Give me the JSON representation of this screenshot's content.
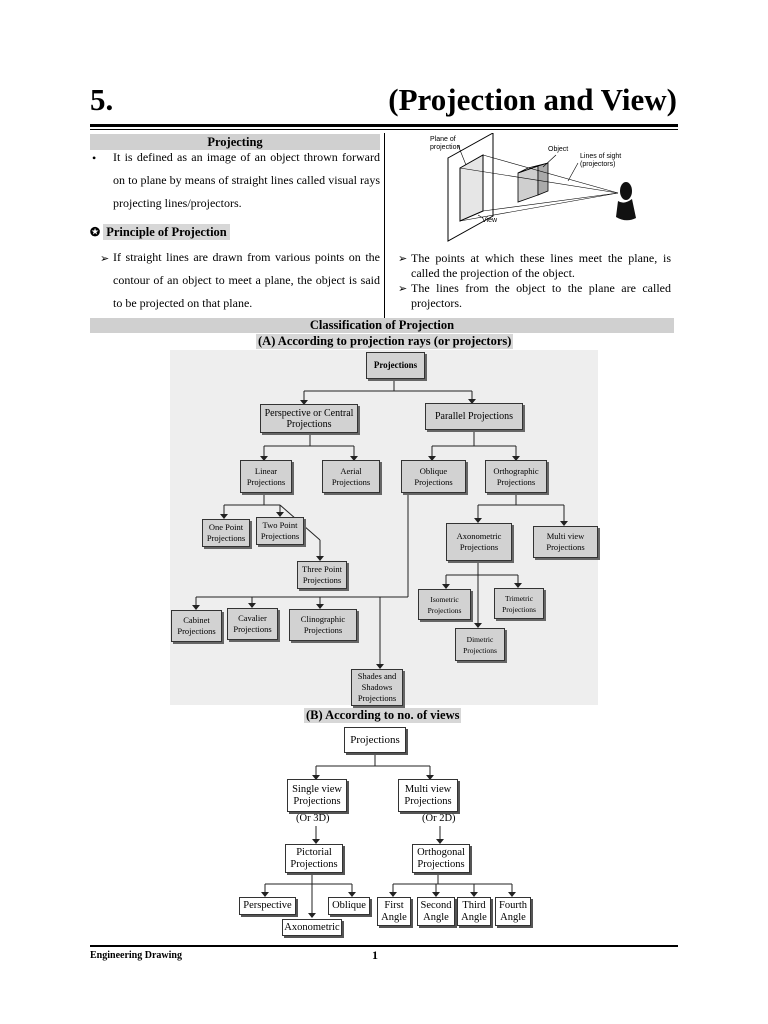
{
  "header": {
    "chapter_number": "5.",
    "chapter_title": "(Projection and View)"
  },
  "projecting": {
    "heading": "Projecting",
    "definition": "It is defined as an image of an object thrown forward on to plane by means of straight lines called visual rays projecting lines/projectors."
  },
  "principle": {
    "heading": "Principle of Projection",
    "point1": "If straight lines are drawn from various points on the contour of an object to meet a plane, the object is said to be projected on that plane."
  },
  "figure": {
    "plane_label": "Plane of projection",
    "object_label": "Object",
    "sight_label": "Lines of sight (projectors)",
    "view_label": "View"
  },
  "right_points": {
    "point1": "The points at which these lines meet the plane, is called the projection of the object.",
    "point2": "The lines from the object to the plane are called projectors."
  },
  "classification": {
    "heading": "Classification of Projection",
    "sub_a": "(A) According to projection rays (or projectors)",
    "sub_b": "(B) According to no. of views"
  },
  "tree_a": {
    "projections": "Projections",
    "perspective": "Perspective or Central Projections",
    "parallel": "Parallel Projections",
    "linear": "Linear Projections",
    "aerial": "Aerial Projections",
    "oblique": "Oblique Projections",
    "orthographic": "Orthographic Projections",
    "one_point": "One Point Projections",
    "two_point": "Two Point Projections",
    "three_point": "Three Point Projections",
    "axonometric": "Axonometric Projections",
    "multi_view": "Multi view Projections",
    "cabinet": "Cabinet Projections",
    "cavalier": "Cavalier Projections",
    "clinographic": "Clinographic Projections",
    "isometric": "Isometric Projections",
    "trimetric": "Trimetric Projections",
    "dimetric": "Dimetric Projections",
    "shades": "Shades and Shadows Projections"
  },
  "tree_b": {
    "projections": "Projections",
    "single_view": "Single view Projections",
    "multi_view": "Multi view Projections",
    "or_3d": "(Or 3D)",
    "or_2d": "(Or 2D)",
    "pictorial": "Pictorial Projections",
    "orthogonal": "Orthogonal Projections",
    "perspective": "Perspective",
    "axonometric": "Axonometric",
    "oblique": "Oblique",
    "first_angle": "First Angle",
    "second_angle": "Second Angle",
    "third_angle": "Third Angle",
    "fourth_angle": "Fourth Angle"
  },
  "footer": {
    "left": "Engineering Drawing",
    "page": "1"
  }
}
